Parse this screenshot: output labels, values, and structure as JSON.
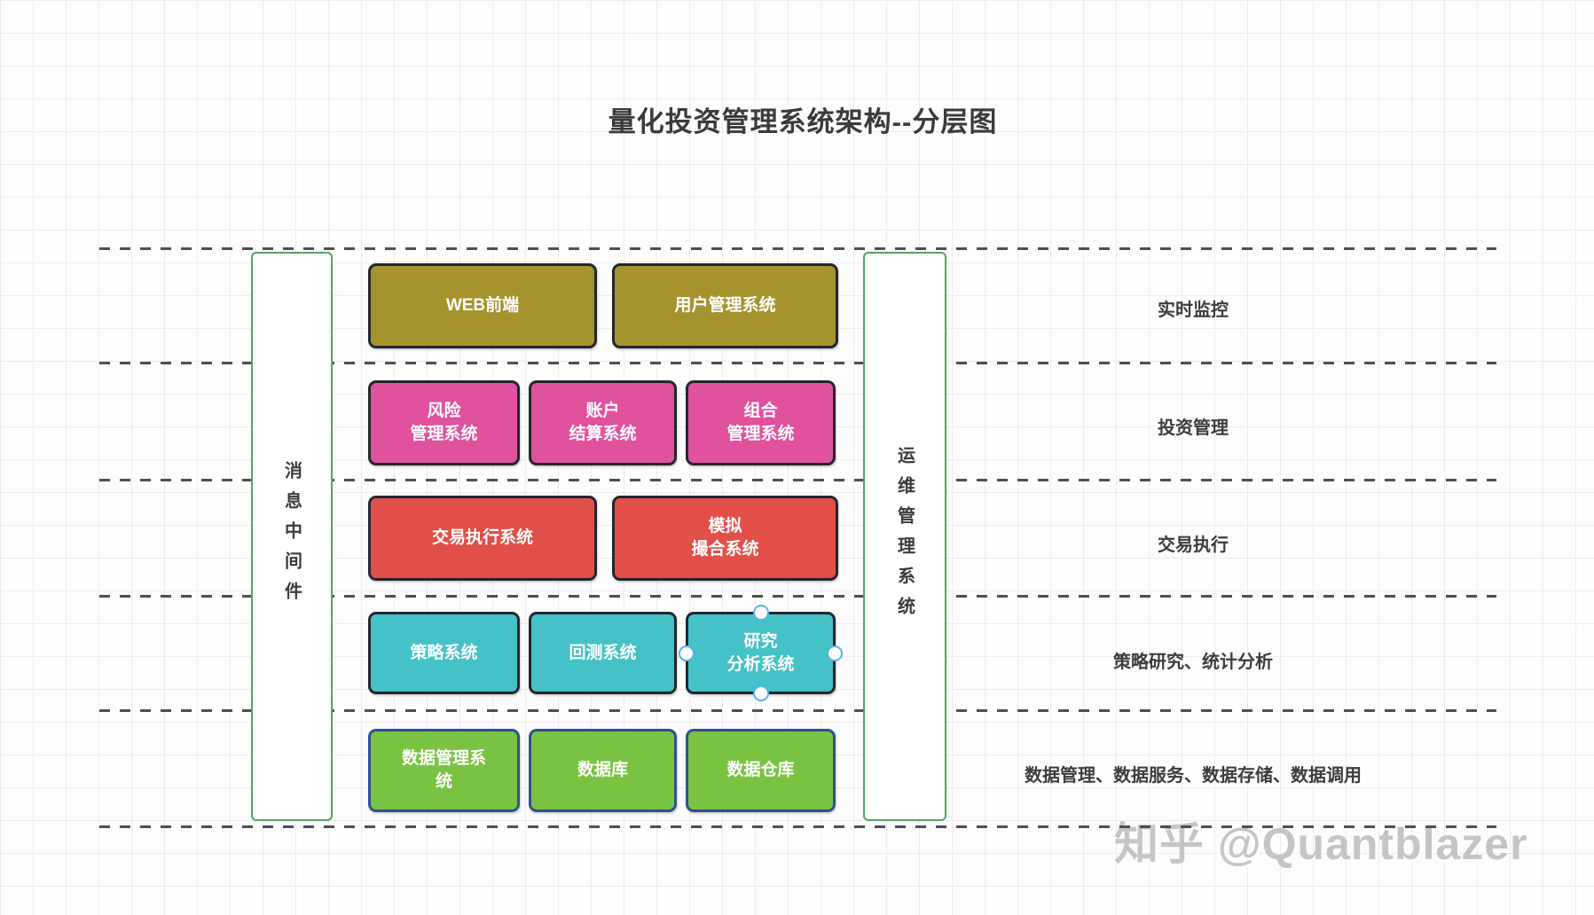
{
  "title": "量化投资管理系统架构--分层图",
  "watermark": "知乎 @Quantblazer",
  "middleware_bar": {
    "label": "消息中间件"
  },
  "ops_bar": {
    "label": "运维管理系统"
  },
  "layers": [
    {
      "right_label": "实时监控",
      "boxes": [
        {
          "label": "WEB前端"
        },
        {
          "label": "用户管理系统"
        }
      ]
    },
    {
      "right_label": "投资管理",
      "boxes": [
        {
          "label": "风险\n管理系统"
        },
        {
          "label": "账户\n结算系统"
        },
        {
          "label": "组合\n管理系统"
        }
      ]
    },
    {
      "right_label": "交易执行",
      "boxes": [
        {
          "label": "交易执行系统"
        },
        {
          "label": "模拟\n撮合系统"
        }
      ]
    },
    {
      "right_label": "策略研究、统计分析",
      "boxes": [
        {
          "label": "策略系统"
        },
        {
          "label": "回测系统"
        },
        {
          "label": "研究\n分析系统",
          "selected": true
        }
      ]
    },
    {
      "right_label": "数据管理、数据服务、数据存储、数据调用",
      "boxes": [
        {
          "label": "数据管理系\n统"
        },
        {
          "label": "数据库"
        },
        {
          "label": "数据仓库"
        }
      ]
    }
  ],
  "colors": {
    "layer1_box": "#a6932e",
    "layer2_box": "#e0519e",
    "layer3_box": "#e14f48",
    "layer4_box": "#44c2c8",
    "layer5_box": "#7ac342",
    "box_border": "#23262e",
    "layer5_box_border": "#2f518f",
    "bar_border": "#54a45e",
    "divider": "#4f4f4f",
    "selection_handle": "#5ab3e3",
    "watermark_text": "#c5c5c5"
  }
}
